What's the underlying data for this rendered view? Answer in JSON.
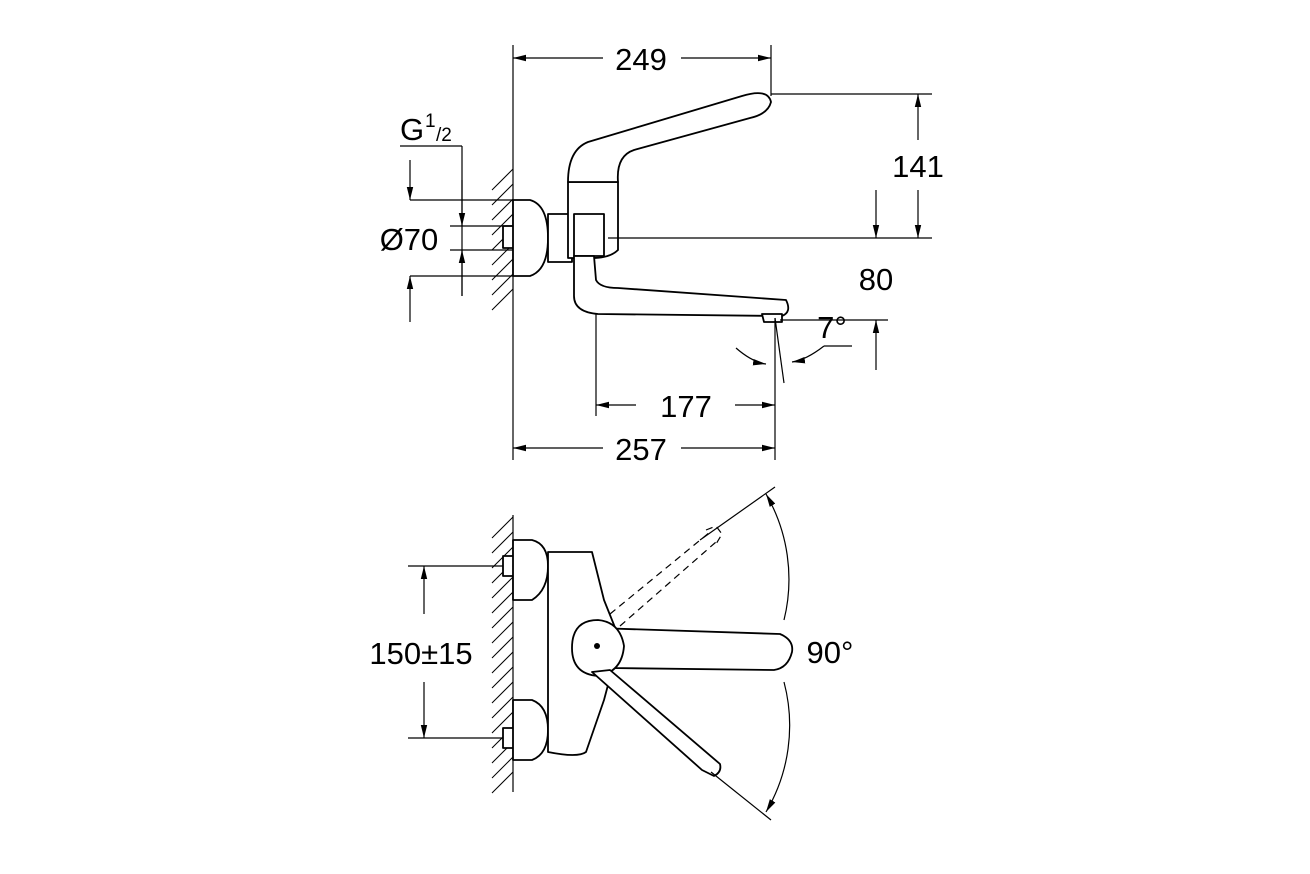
{
  "colors": {
    "line": "#000000",
    "background": "#ffffff"
  },
  "labels": {
    "width_top": "249",
    "height_lever": "141",
    "height_spout": "80",
    "spout_angle": "7°",
    "spout_reach": "177",
    "total_depth": "257",
    "thread_g": "G",
    "thread_num": "1",
    "thread_den": "/2",
    "rosette_diameter": "Ø70",
    "centres": "150±15",
    "rotation_angle": "90°"
  }
}
